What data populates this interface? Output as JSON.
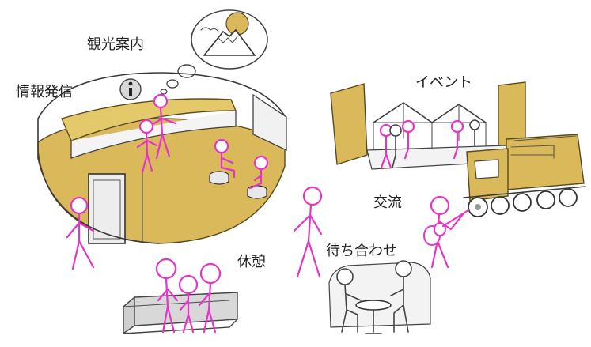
{
  "labels": {
    "tourism": "観光案内",
    "info": "情報発信",
    "event": "イベント",
    "exchange": "交流",
    "rest": "休憩",
    "meetup": "待ち合わせ"
  },
  "colors": {
    "gold": "#d9b95a",
    "gold_light": "#e4c96b",
    "person": "#e535c8",
    "gray_panel": "#d8d8d8",
    "ink": "#3a3a3a"
  },
  "icons": {
    "info_sign": "info-icon",
    "thought_bubble": "mountain-sun-icon"
  }
}
